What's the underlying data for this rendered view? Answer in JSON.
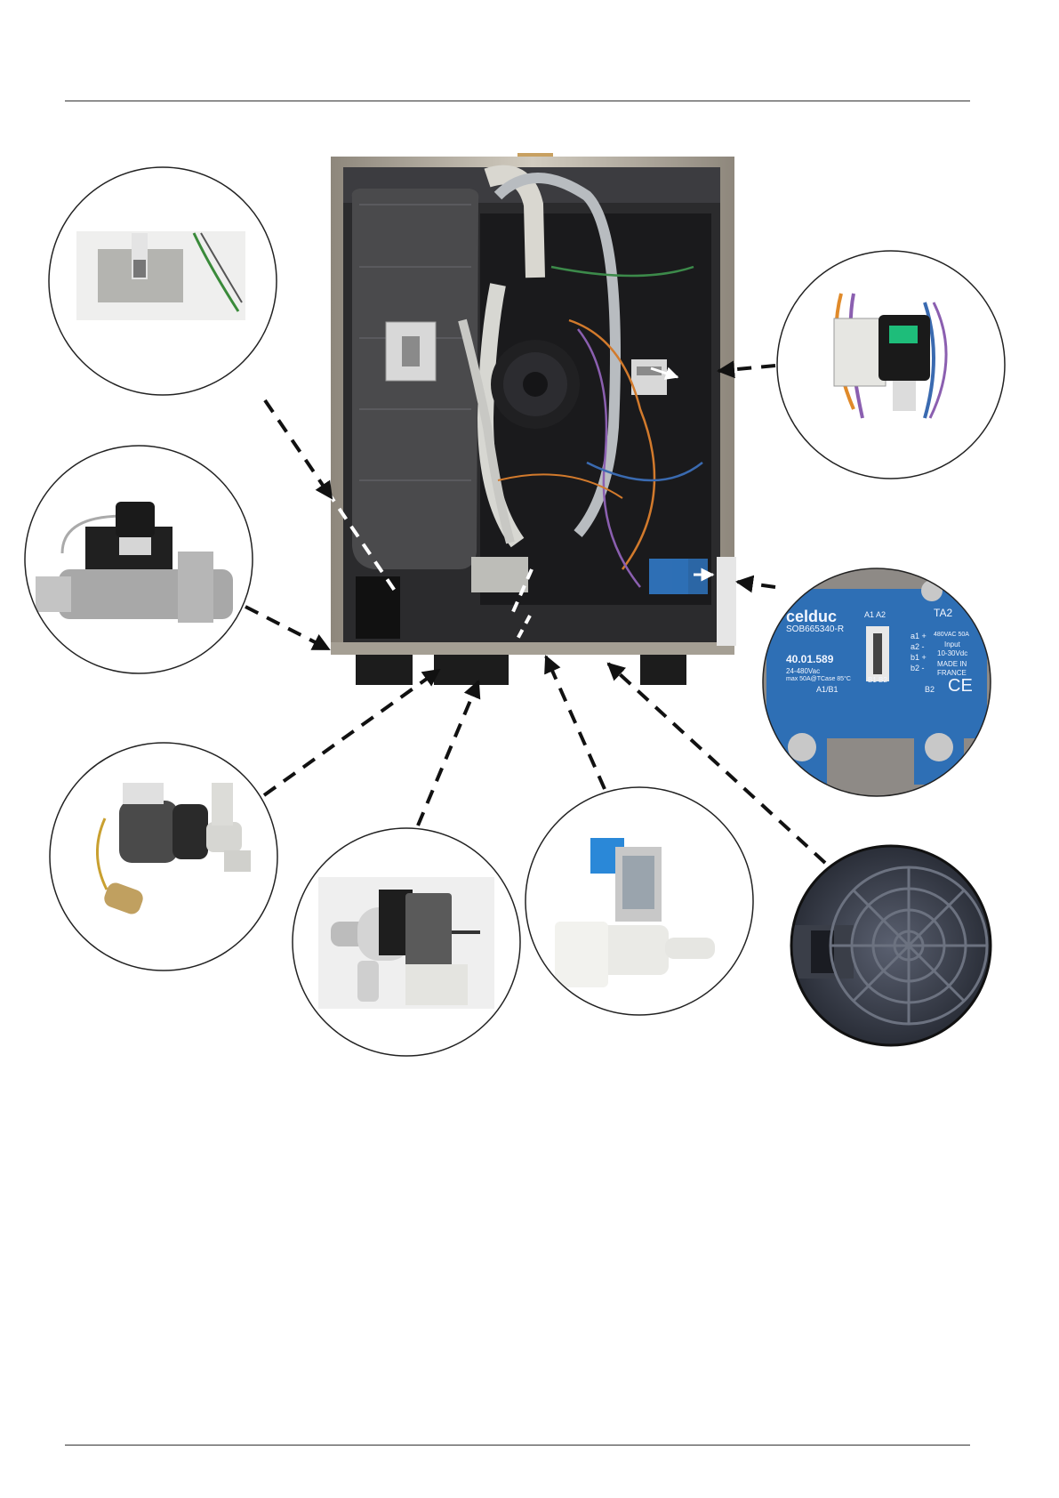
{
  "relay": {
    "brand": "celduc",
    "model": "SOB665340-R",
    "part_number": "40.01.589",
    "voltage": "24-480Vac",
    "temp": "max 50A@TCase 85°C",
    "terminal_a1a2": "A1 A2",
    "ta2": "TA2",
    "a1plus": "a1 +",
    "a2minus": "a2 -",
    "b1plus": "b1 +",
    "b2minus": "b2 -",
    "rating": "480VAC 50A",
    "input": "Input",
    "input_range": "10-30Vdc",
    "made_in": "MADE IN",
    "country": "FRANCE",
    "a1b1": "A1/B1",
    "b1b2": "B1 B2",
    "b2": "B2",
    "ce": "CE"
  },
  "colors": {
    "arrow": "#111111",
    "relay_blue": "#2e6fb5",
    "cabinet_steel": "#b9b3a8",
    "insulation": "#4a4a4c"
  },
  "icons": [
    "heating-element-photo",
    "contactor-photo",
    "solenoid-valve-photo",
    "solid-state-relay-photo",
    "circulation-pump-photo",
    "drain-pump-photo",
    "water-inlet-valve-photo",
    "blower-fan-photo",
    "machine-interior-photo"
  ]
}
